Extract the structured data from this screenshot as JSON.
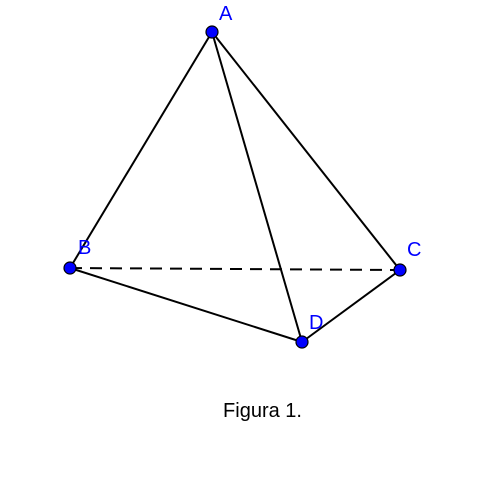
{
  "figure": {
    "vertices": [
      {
        "id": "A",
        "label": "A"
      },
      {
        "id": "B",
        "label": "B"
      },
      {
        "id": "C",
        "label": "C"
      },
      {
        "id": "D",
        "label": "D"
      }
    ],
    "edges": [
      {
        "from": "A",
        "to": "B",
        "style": "solid"
      },
      {
        "from": "A",
        "to": "C",
        "style": "solid"
      },
      {
        "from": "A",
        "to": "D",
        "style": "solid"
      },
      {
        "from": "B",
        "to": "D",
        "style": "solid"
      },
      {
        "from": "D",
        "to": "C",
        "style": "solid"
      },
      {
        "from": "B",
        "to": "C",
        "style": "dashed"
      }
    ],
    "colors": {
      "vertex_fill": "#0000ff",
      "label": "#0000ff",
      "edge": "#000000"
    },
    "caption": "Figura 1."
  }
}
